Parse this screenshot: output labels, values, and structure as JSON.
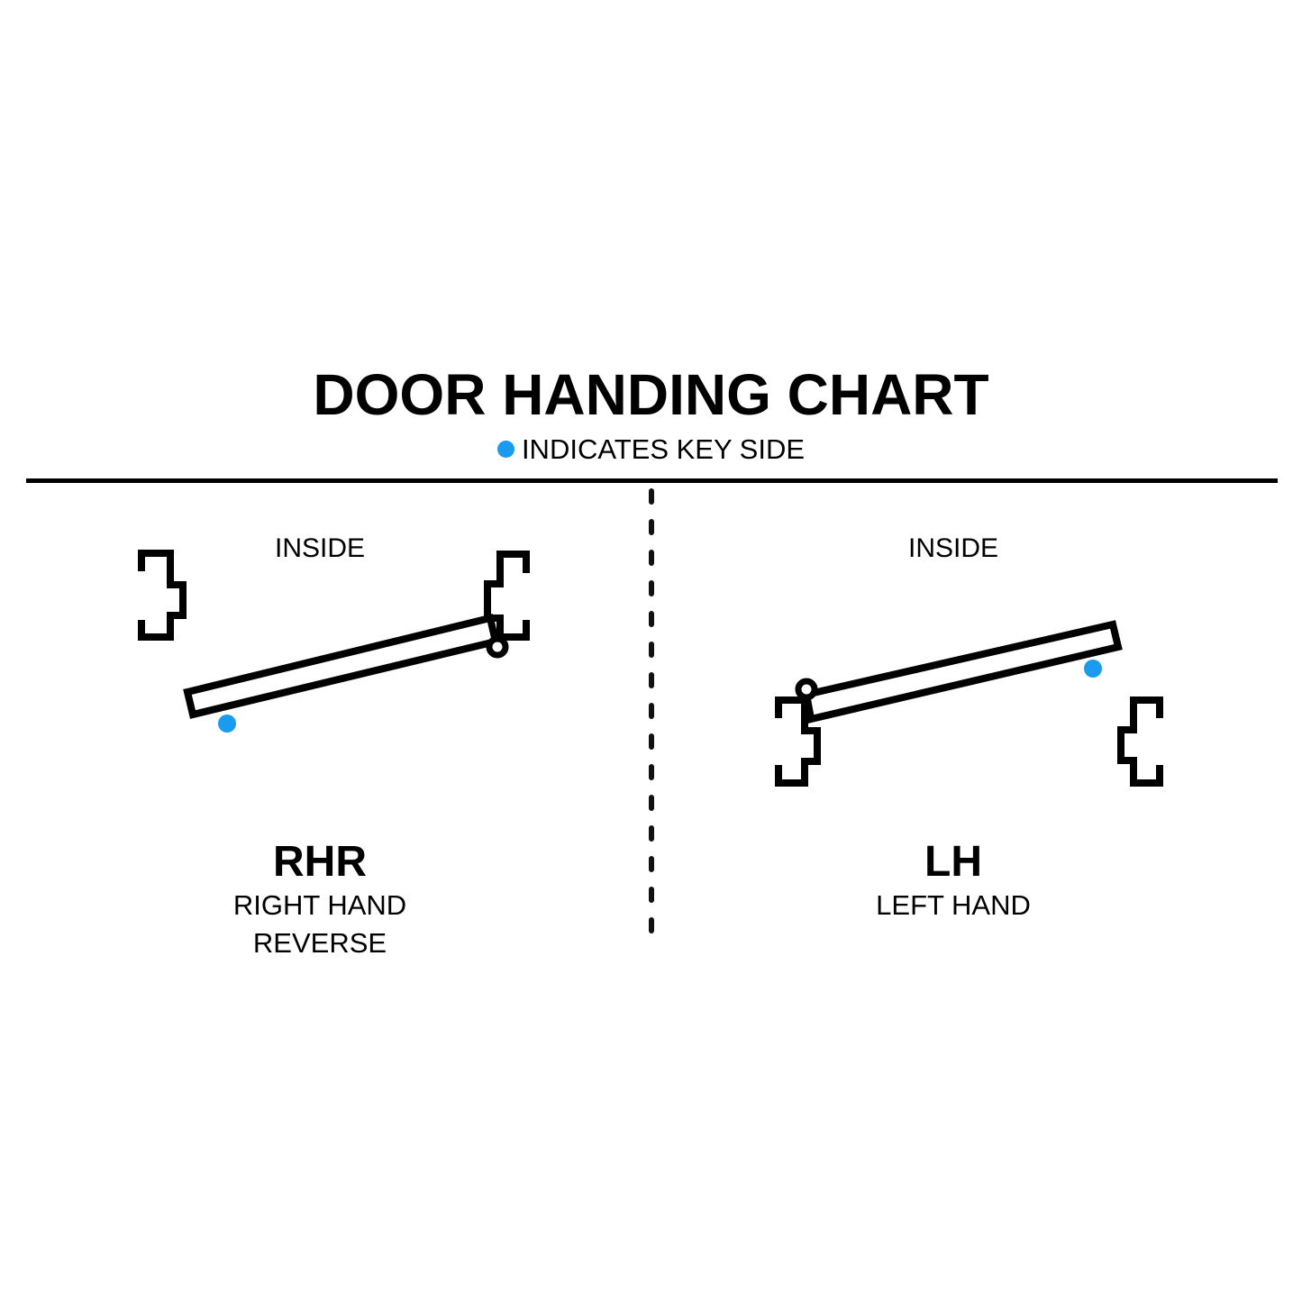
{
  "header": {
    "title": "DOOR HANDING CHART",
    "legend_text": "INDICATES KEY SIDE",
    "legend_icon": "blue-dot-icon"
  },
  "colors": {
    "key_side_dot": "#1a9bf0",
    "ink": "#000000",
    "background": "#ffffff"
  },
  "panels": [
    {
      "side_label": "INSIDE",
      "code": "RHR",
      "name_line1": "RIGHT HAND",
      "name_line2": "REVERSE",
      "hinge_side": "right",
      "key_side": "outside"
    },
    {
      "side_label": "INSIDE",
      "code": "LH",
      "name_line1": "LEFT HAND",
      "name_line2": "",
      "hinge_side": "left",
      "key_side": "inside"
    }
  ]
}
